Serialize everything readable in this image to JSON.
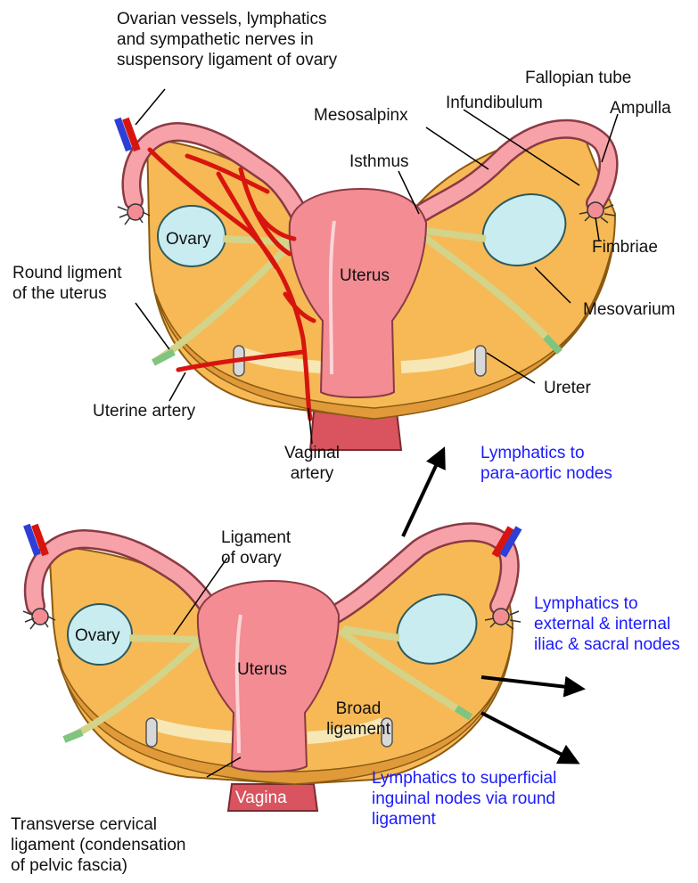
{
  "colors": {
    "tissue": "#f6b955",
    "tissue_outline": "#8a5a12",
    "uterus": "#f38c93",
    "uterus_outline": "#8a3a44",
    "ovary": "#c8ecef",
    "ligament": "#d3d389",
    "artery": "#d7150e",
    "vein": "#2f3fd6",
    "ureter": "#d8d8d8",
    "annotation_blue": "#1a1aff"
  },
  "labels": {
    "ovarian_vessels": [
      "Ovarian vessels,  lymphatics",
      "and sympathetic nerves in",
      "suspensory ligament of ovary"
    ],
    "fallopian_tube": "Fallopian tube",
    "infundibulum": "Infundibulum",
    "ampulla": "Ampulla",
    "mesosalpinx": "Mesosalpinx",
    "isthmus": "Isthmus",
    "fimbriae": "Fimbriae",
    "ovary_top": "Ovary",
    "uterus_top": "Uterus",
    "round_ligament": [
      "Round ligment",
      "of the  uterus"
    ],
    "mesovarium": "Mesovarium",
    "ureter": "Ureter",
    "uterine_artery": "Uterine artery",
    "vaginal_artery": [
      "Vaginal",
      "artery"
    ],
    "ligament_of_ovary": [
      "Ligament",
      "of ovary"
    ],
    "ovary_bottom": "Ovary",
    "uterus_bottom": "Uterus",
    "broad_ligament": [
      "Broad",
      "ligament"
    ],
    "vagina": "Vagina",
    "transverse_cervical": [
      "Transverse cervical",
      "ligament (condensation",
      "of pelvic fascia)"
    ]
  },
  "lymphatics": {
    "para_aortic": [
      "Lymphatics to",
      "para-aortic nodes"
    ],
    "iliac_sacral": [
      "Lymphatics to",
      "external & internal",
      "iliac & sacral nodes"
    ],
    "superficial_inguinal": [
      "Lymphatics to superficial",
      "inguinal nodes via round",
      "ligament"
    ]
  }
}
